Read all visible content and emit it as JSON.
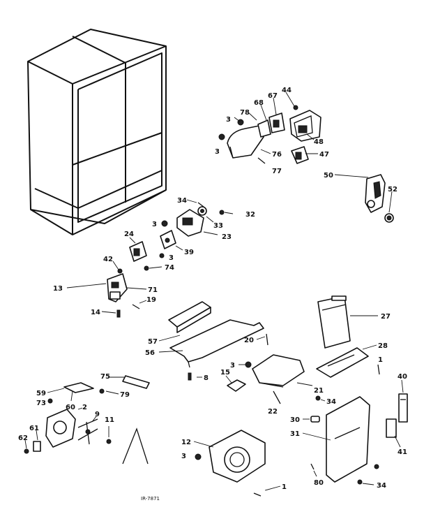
{
  "diagram": {
    "callouts": [
      "1",
      "2",
      "3",
      "8",
      "9",
      "11",
      "12",
      "13",
      "14",
      "15",
      "19",
      "20",
      "21",
      "22",
      "23",
      "24",
      "27",
      "28",
      "30",
      "31",
      "32",
      "33",
      "34",
      "39",
      "40",
      "41",
      "42",
      "44",
      "47",
      "48",
      "50",
      "52",
      "56",
      "57",
      "59",
      "60",
      "61",
      "62",
      "67",
      "68",
      "71",
      "73",
      "74",
      "75",
      "76",
      "77",
      "78",
      "79",
      "80"
    ],
    "footer_code": "IR-7871"
  }
}
